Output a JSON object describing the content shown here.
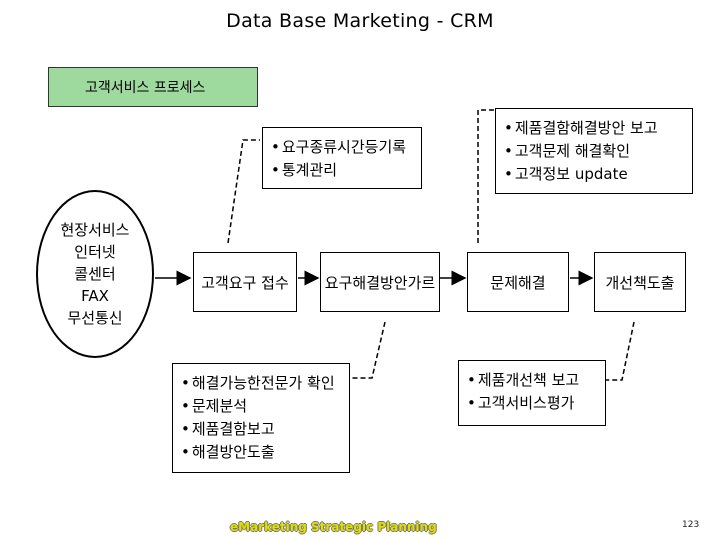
{
  "title": "Data Base Marketing - CRM",
  "section_tag": "고객서비스 프로세스",
  "channels": [
    "현장서비스",
    "인터넷",
    "콜센터",
    "FAX",
    "무선통신"
  ],
  "steps": [
    "고객요구 접수",
    "요구해결방안가르",
    "문제해결",
    "개선책도출"
  ],
  "notes": {
    "top_left": [
      "요구종류시간등기록",
      "통계관리"
    ],
    "top_right": [
      "제품결함해결방안 보고",
      "고객문제 해결확인",
      "고객정보 update"
    ],
    "bottom_left": [
      "해결가능한전문가 확인",
      "문제분석",
      "제품결함보고",
      "해결방안도출"
    ],
    "bottom_right": [
      "제품개선책 보고",
      "고객서비스평가"
    ]
  },
  "footer": "eMarketing Strategic Planning",
  "page_number": "123"
}
